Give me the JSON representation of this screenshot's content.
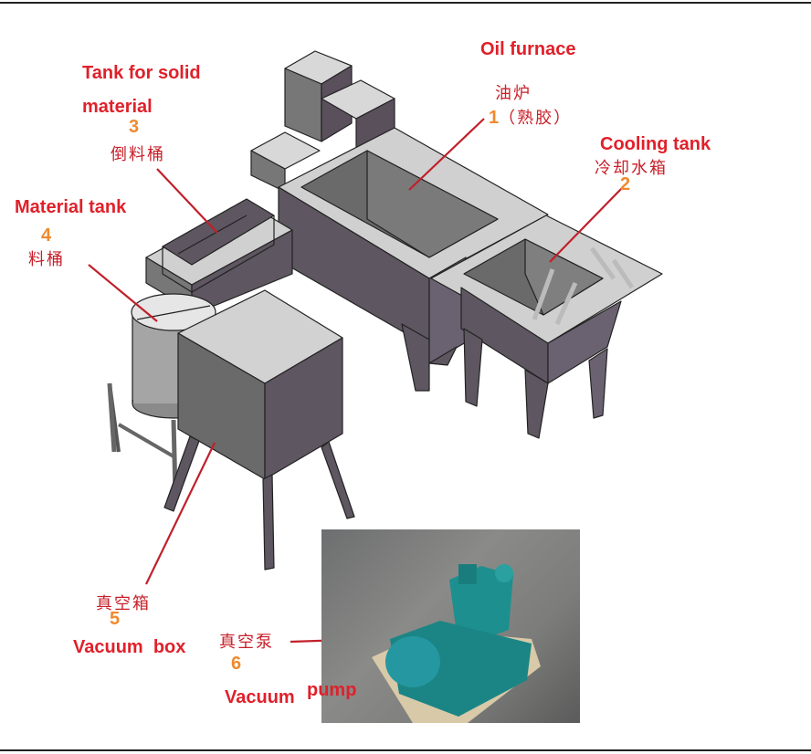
{
  "labels": {
    "oil_furnace": {
      "en": "Oil furnace",
      "cn": "油炉",
      "num": "1",
      "cn_note": "（熟胶）"
    },
    "cooling_tank": {
      "en": "Cooling tank",
      "cn": "冷却水箱",
      "num": "2"
    },
    "solid_tank": {
      "en_line1": "Tank for solid",
      "en_line2": "material",
      "num": "3",
      "cn": "倒料桶"
    },
    "material_tank": {
      "en": "Material tank",
      "num": "4",
      "cn": "料桶"
    },
    "vacuum_box": {
      "cn": "真空箱",
      "num": "5",
      "en": "Vacuum  box"
    },
    "vacuum_pump": {
      "cn": "真空泵",
      "num": "6",
      "en_1": "Vacuum",
      "en_2": "pump"
    }
  },
  "colors": {
    "label_red": "#e0202a",
    "number_orange": "#ef8a2e",
    "leader_line": "#c0202a",
    "pump_teal": "#1e8f8f"
  }
}
